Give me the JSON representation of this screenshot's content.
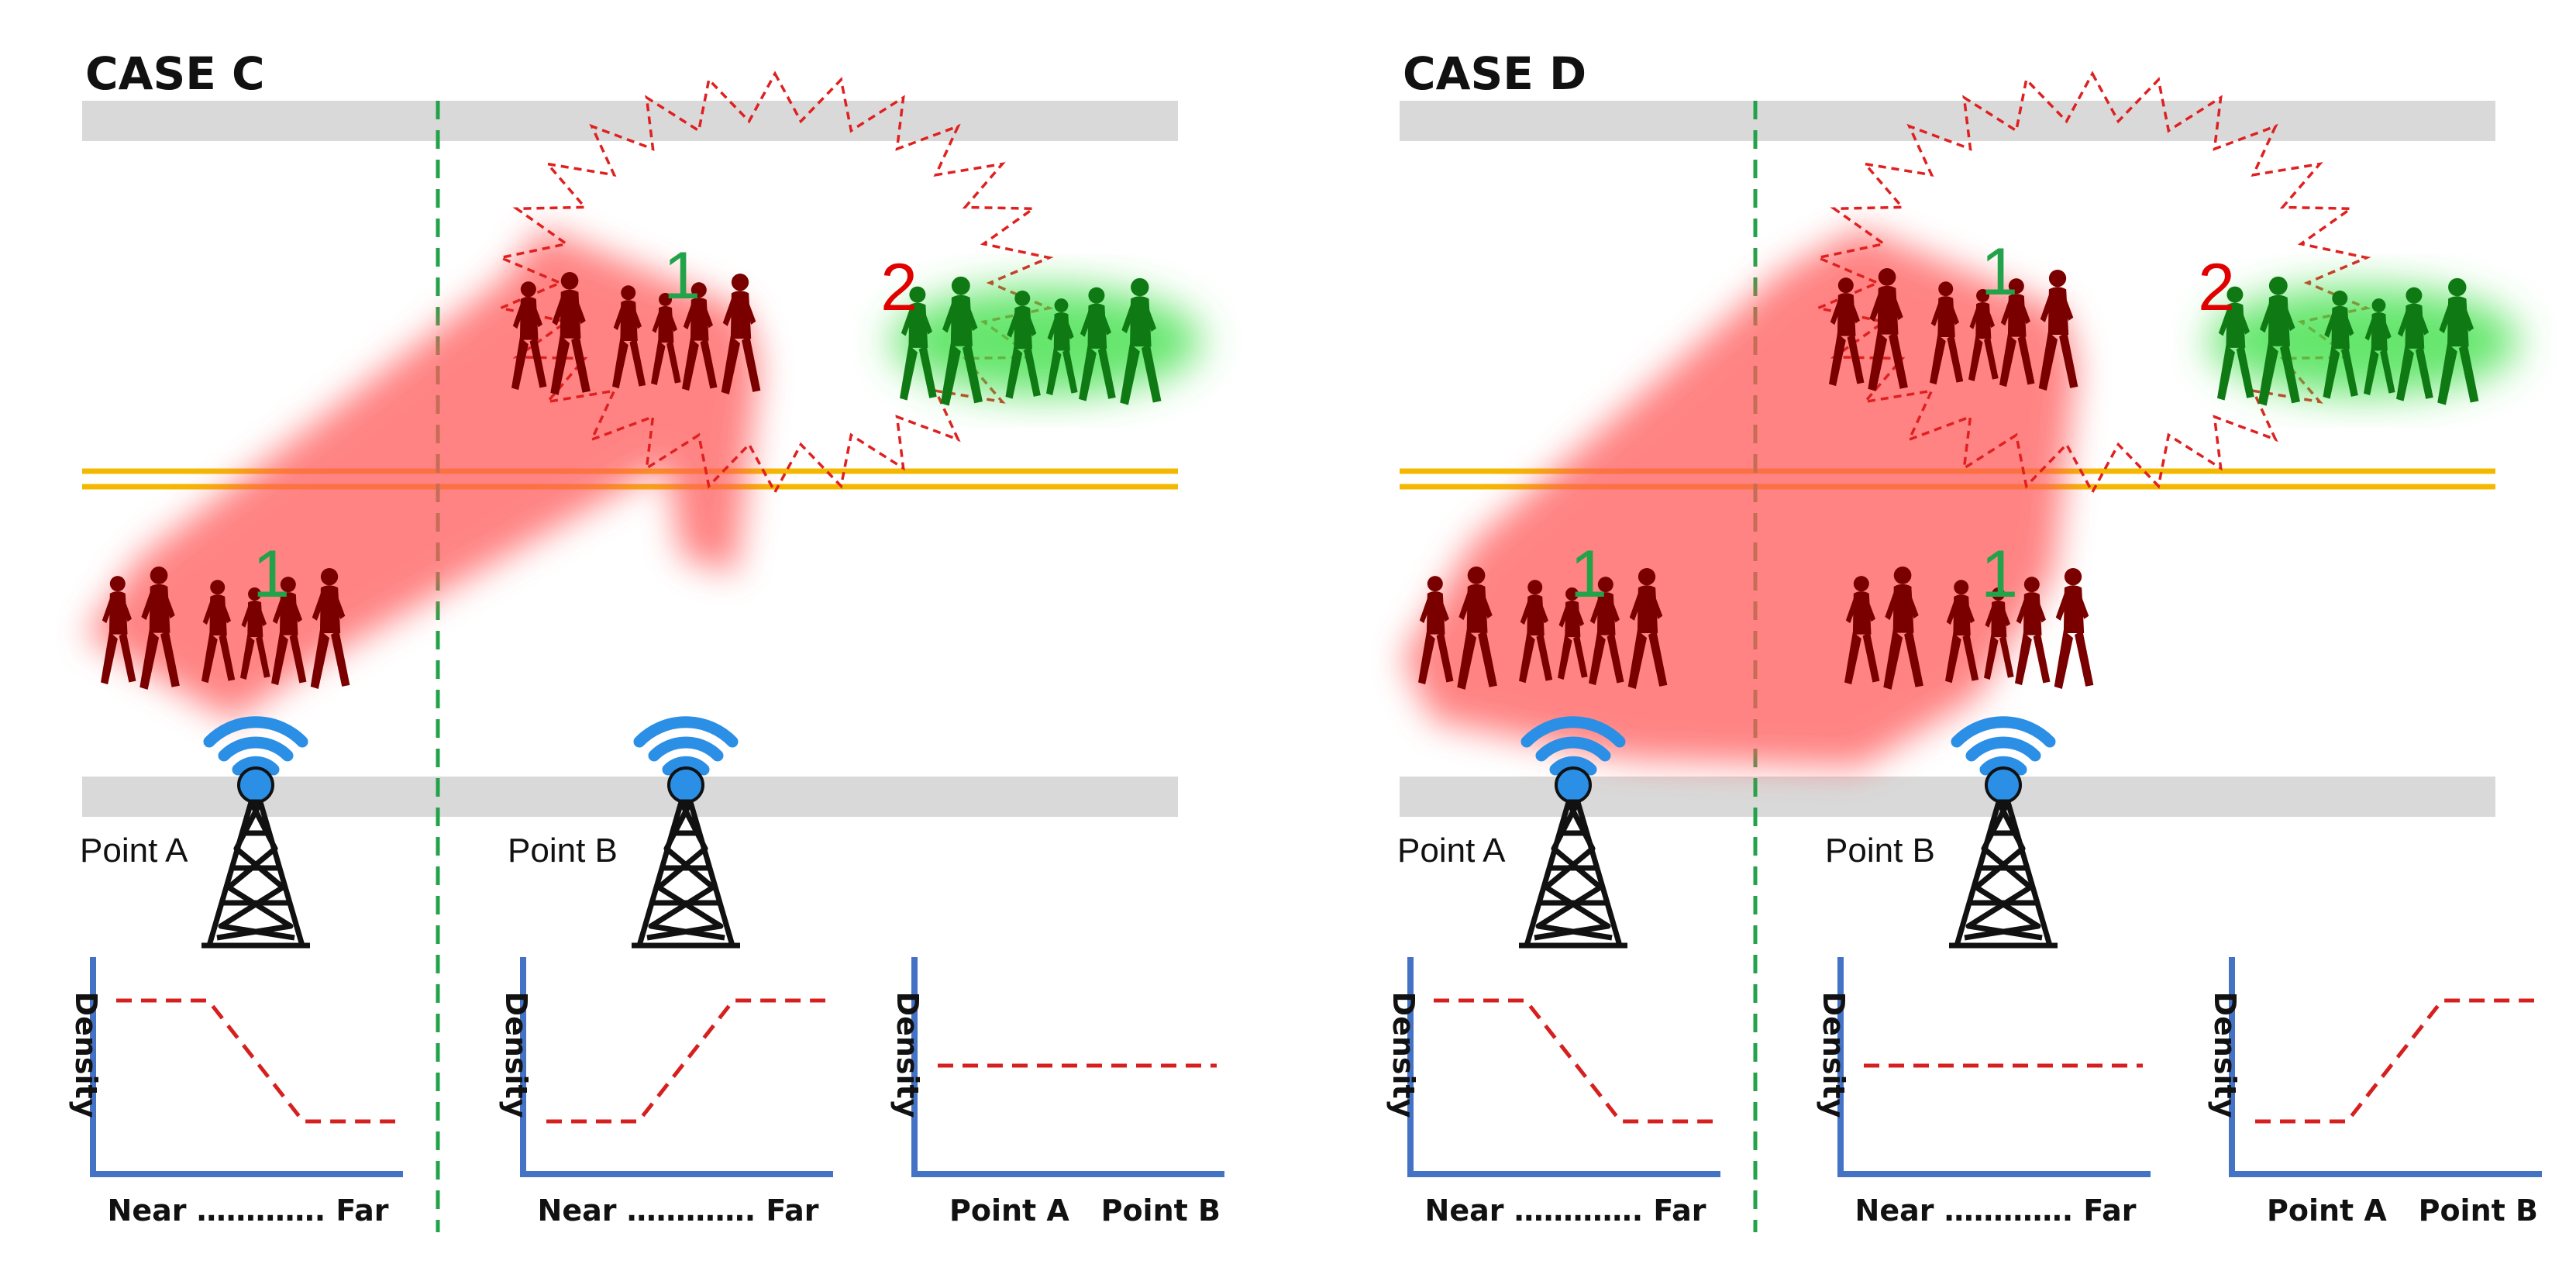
{
  "colors": {
    "road": "#d9d9d9",
    "divider": "#22a34a",
    "lane": "#f5b800",
    "beam": "#ff5a5a",
    "alert": "#e02020",
    "group_red": "#7a0000",
    "group_green": "#0f7a14",
    "green_glow": "#3fe04a",
    "signal": "#2b8fe6",
    "axis": "#4472c4",
    "density_line": "#d62020",
    "num_green": "#22a34a",
    "num_red": "#e00000"
  },
  "icons": [
    "walking-people-icon",
    "cell-tower-icon",
    "wifi-signal-icon",
    "explosion-burst-icon"
  ],
  "cases": [
    {
      "title": "CASE C",
      "points": [
        {
          "label": "Point A"
        },
        {
          "label": "Point B"
        }
      ],
      "groups": [
        {
          "number": "1",
          "color": "green"
        },
        {
          "number": "1",
          "color": "green"
        },
        {
          "number": "2",
          "color": "red"
        }
      ],
      "charts": [
        {
          "type": "line",
          "ylabel": "Density",
          "xlabel": "Near …………. Far",
          "x": [
            0,
            0.33,
            0.67,
            1
          ],
          "y": [
            0.85,
            0.85,
            0.2,
            0.2
          ]
        },
        {
          "type": "line",
          "ylabel": "Density",
          "xlabel": "Near …………. Far",
          "x": [
            0,
            0.33,
            0.67,
            1
          ],
          "y": [
            0.2,
            0.2,
            0.85,
            0.85
          ]
        },
        {
          "type": "line",
          "ylabel": "Density",
          "xlabel_left": "Point A",
          "xlabel_right": "Point B",
          "x": [
            0,
            1
          ],
          "y": [
            0.5,
            0.5
          ]
        }
      ]
    },
    {
      "title": "CASE D",
      "points": [
        {
          "label": "Point A"
        },
        {
          "label": "Point B"
        }
      ],
      "groups": [
        {
          "number": "1",
          "color": "green"
        },
        {
          "number": "1",
          "color": "green"
        },
        {
          "number": "1",
          "color": "green"
        },
        {
          "number": "2",
          "color": "red"
        }
      ],
      "charts": [
        {
          "type": "line",
          "ylabel": "Density",
          "xlabel": "Near …………. Far",
          "x": [
            0,
            0.33,
            0.67,
            1
          ],
          "y": [
            0.85,
            0.85,
            0.2,
            0.2
          ]
        },
        {
          "type": "line",
          "ylabel": "Density",
          "xlabel": "Near …………. Far",
          "x": [
            0,
            1
          ],
          "y": [
            0.5,
            0.5
          ]
        },
        {
          "type": "line",
          "ylabel": "Density",
          "xlabel_left": "Point A",
          "xlabel_right": "Point B",
          "x": [
            0,
            0.33,
            0.67,
            1
          ],
          "y": [
            0.2,
            0.2,
            0.85,
            0.85
          ]
        }
      ]
    }
  ]
}
